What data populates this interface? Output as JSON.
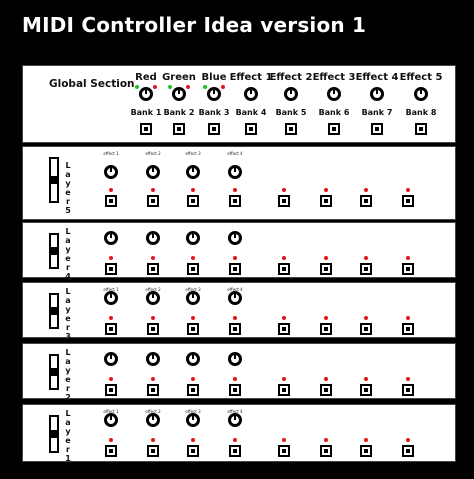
{
  "title": "MIDI Controller Idea version 1",
  "global_section": {
    "label": "Global Section",
    "controls": [
      {
        "top_label": "Red",
        "bank_label": "Bank 1",
        "leds": [
          "green",
          "red"
        ]
      },
      {
        "top_label": "Green",
        "bank_label": "Bank 2",
        "leds": [
          "green",
          "red"
        ]
      },
      {
        "top_label": "Blue",
        "bank_label": "Bank 3",
        "leds": [
          "green",
          "red"
        ]
      },
      {
        "top_label": "Effect 1",
        "bank_label": "Bank 4",
        "leds": []
      },
      {
        "top_label": "Effect 2",
        "bank_label": "Bank 5",
        "leds": []
      },
      {
        "top_label": "Effect 3",
        "bank_label": "Bank 6",
        "leds": []
      },
      {
        "top_label": "Effect 4",
        "bank_label": "Bank 7",
        "leds": []
      },
      {
        "top_label": "Effect 5",
        "bank_label": "Bank 8",
        "leds": []
      }
    ]
  },
  "layers": [
    {
      "label": "Layer 5",
      "effect_labels": [
        "effect 1",
        "effect 2",
        "effect 3",
        "effect 4"
      ],
      "button_count": 8
    },
    {
      "label": "Layer 4",
      "effect_labels": [],
      "button_count": 8
    },
    {
      "label": "Layer 3",
      "effect_labels": [
        "effect 1",
        "effect 2",
        "effect 3",
        "effect 4"
      ],
      "button_count": 8
    },
    {
      "label": "Layer 2",
      "effect_labels": [],
      "button_count": 8
    },
    {
      "label": "Layer 1",
      "effect_labels": [
        "effect 1",
        "effect 2",
        "effect 3",
        "effect 4"
      ],
      "button_count": 8
    }
  ],
  "colors": {
    "background": "#000000",
    "panel": "#ffffff",
    "led_red": "#e01818",
    "led_green": "#22c020"
  },
  "icons": {
    "knob": "rotary-knob-icon",
    "button": "push-button-icon",
    "fader": "slider-fader-icon"
  }
}
